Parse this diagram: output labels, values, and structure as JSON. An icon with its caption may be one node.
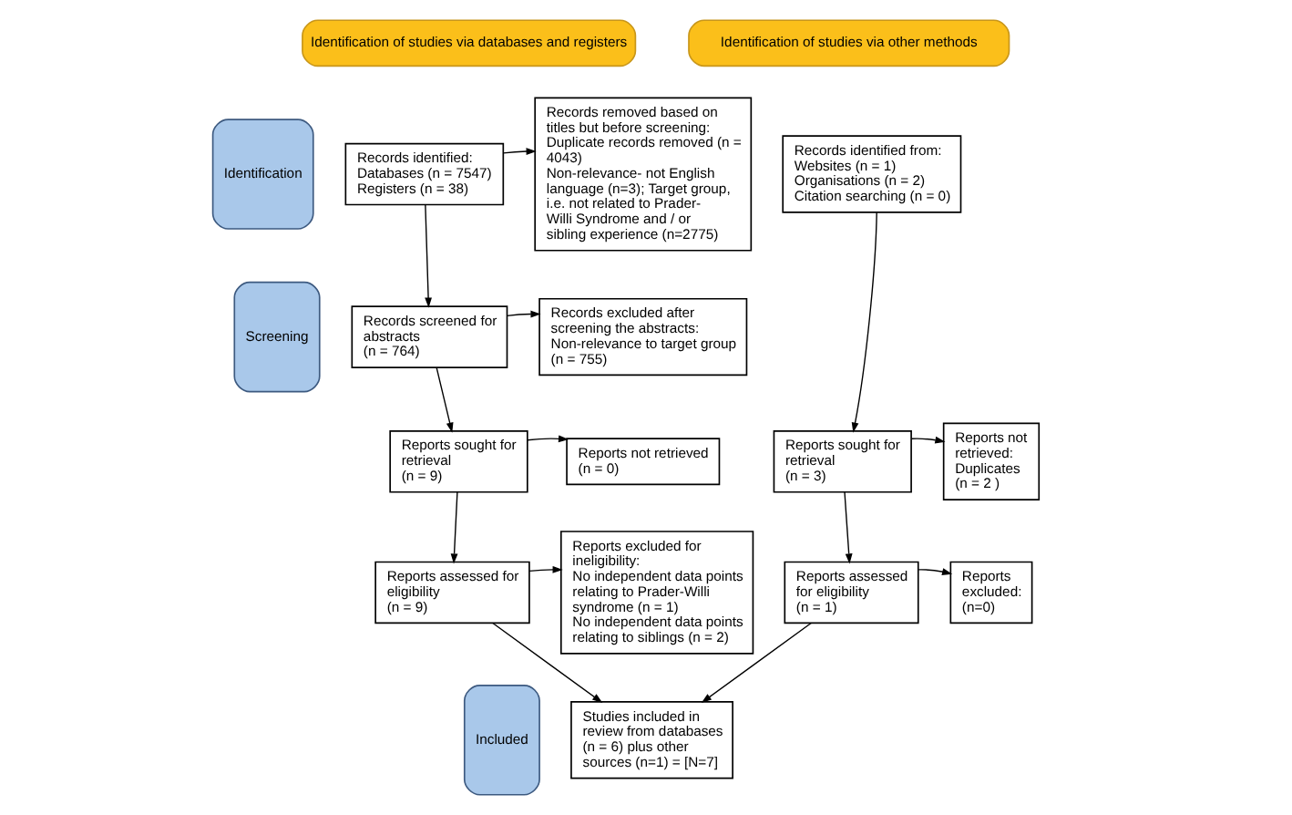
{
  "diagram": {
    "nodes": [
      {
        "text": [
          "Identification of studies via databases and registers"
        ]
      },
      {
        "text": [
          "Identification of studies via other methods"
        ]
      },
      {
        "text": [
          "Identification"
        ]
      },
      {
        "text": [
          "Records identified:",
          "Databases (n = 7547)",
          "Registers (n = 38)"
        ]
      },
      {
        "text": [
          "Records removed based on titles but before screening:",
          "Duplicate records removed (n = 4043)",
          "Non-relevance- not English language (n=3); Target group, i.e. not related to Prader-Willi Syndrome and / or sibling experience (n=2775)"
        ]
      },
      {
        "text": [
          "Screening"
        ]
      },
      {
        "text": [
          "Records screened for abstracts",
          "(n = 764)"
        ]
      },
      {
        "text": [
          "Records excluded after screening the abstracts:",
          "Non-relevance to target group",
          "(n = 755)"
        ]
      },
      {
        "text": [
          "Reports sought for retrieval",
          "(n = 9)"
        ]
      },
      {
        "text": [
          "Reports not retrieved",
          "(n = 0)"
        ]
      },
      {
        "text": [
          "Reports assessed for eligibility",
          "(n = 9)"
        ]
      },
      {
        "text": [
          "Reports excluded for ineligibility:",
          "No independent data points relating to Prader-Willi syndrome (n = 1)",
          "No independent data points relating to siblings (n = 2)"
        ]
      },
      {
        "text": [
          "Included"
        ]
      },
      {
        "text": [
          "Studies included in review from databases (n = 6) plus other sources (n=1) = [N=7]"
        ]
      },
      {
        "text": [
          "Records identified from:",
          "Websites (n = 1)",
          "Organisations (n = 2)",
          "Citation searching (n = 0)"
        ]
      },
      {
        "text": [
          "Reports sought for retrieval",
          "(n = 3)"
        ]
      },
      {
        "text": [
          "Reports not retrieved:",
          "Duplicates",
          "(n = 2 )"
        ]
      },
      {
        "text": [
          "Reports assessed for eligibility",
          "(n = 1)"
        ]
      },
      {
        "text": [
          "Reports excluded:",
          "(n=0)"
        ]
      }
    ],
    "edges": [
      {
        "from": 3,
        "to": 4,
        "arrow": "to"
      },
      {
        "from": 3,
        "to": 6,
        "arrow": "to"
      },
      {
        "from": 6,
        "to": 7,
        "arrow": "to"
      },
      {
        "from": 6,
        "to": 8,
        "arrow": "to"
      },
      {
        "from": 8,
        "to": 9,
        "arrow": "to"
      },
      {
        "from": 8,
        "to": 10,
        "arrow": "to"
      },
      {
        "from": 10,
        "to": 11,
        "arrow": "to"
      },
      {
        "from": 10,
        "to": 13,
        "arrow": "to"
      },
      {
        "from": 14,
        "to": 15,
        "arrow": "to"
      },
      {
        "from": 15,
        "to": 16,
        "arrow": "to"
      },
      {
        "from": 15,
        "to": 17,
        "arrow": "to"
      },
      {
        "from": 17,
        "to": 18,
        "arrow": "to"
      },
      {
        "from": 17,
        "to": 13,
        "arrow": "to"
      }
    ]
  }
}
